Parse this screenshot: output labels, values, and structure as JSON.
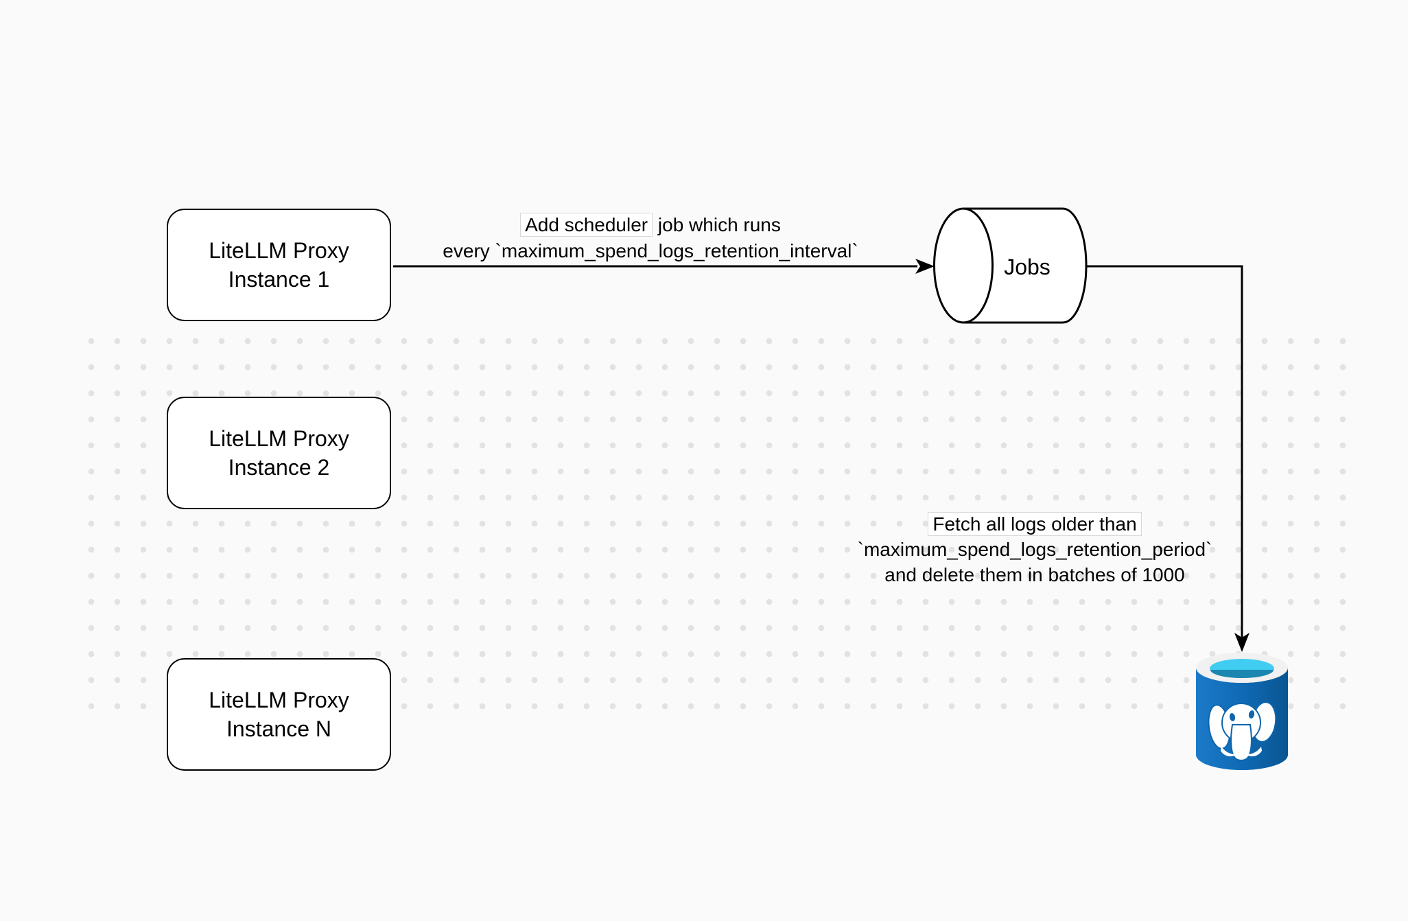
{
  "diagram": {
    "nodes": {
      "proxy1": {
        "line1": "LiteLLM Proxy",
        "line2": "Instance 1"
      },
      "proxy2": {
        "line1": "LiteLLM Proxy",
        "line2": "Instance 2"
      },
      "proxyN": {
        "line1": "LiteLLM Proxy",
        "line2": "Instance N"
      },
      "jobs_queue": {
        "label": "Jobs"
      },
      "postgres_db": {
        "icon": "postgresql-database-icon"
      }
    },
    "edges": {
      "scheduler": {
        "label_boxed": "Add scheduler",
        "label_rest": " job which runs",
        "label_line2": "every `maximum_spend_logs_retention_interval`"
      },
      "fetch": {
        "label_line1": "Fetch all logs older than",
        "label_line2": "`maximum_spend_logs_retention_period`",
        "label_line3": "and delete them in batches of 1000"
      }
    },
    "colors": {
      "canvas_bg": "#fafafa",
      "grid_dot": "#e2e2e2",
      "shape_stroke": "#000000",
      "shape_fill": "#ffffff",
      "label_box_border": "#d8d8d8",
      "db_blue_light": "#1b7ac9",
      "db_blue": "#0f68b2",
      "db_blue_dark": "#0a5591",
      "db_rim": "#f1f1f1",
      "db_cyan": "#41cdf1",
      "db_teal": "#1b86b0"
    }
  }
}
